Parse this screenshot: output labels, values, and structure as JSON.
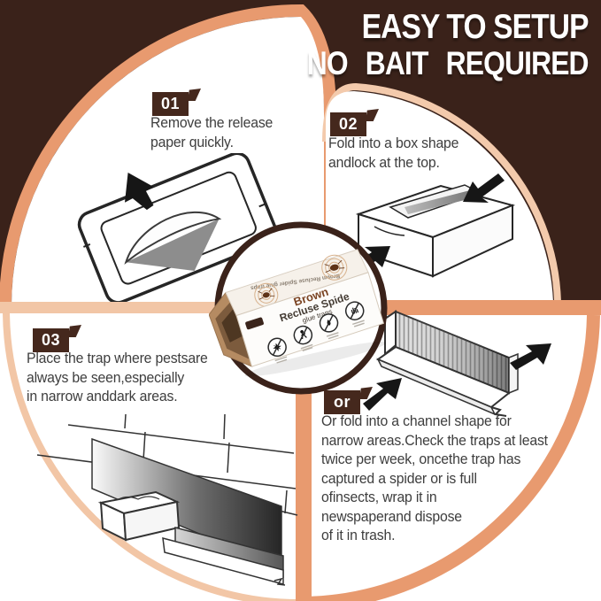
{
  "header": {
    "title_line1": "EASY TO SETUP",
    "title_line2": "NO BAIT REQUIRED"
  },
  "steps": [
    {
      "badge": "01",
      "lines": [
        "Remove the release",
        "paper quickly."
      ]
    },
    {
      "badge": "02",
      "lines": [
        "Fold into a box shape",
        "andlock at the top."
      ]
    },
    {
      "badge": "03",
      "lines": [
        "Place the trap where pestsare",
        "always be seen,especially",
        "in narrow anddark areas."
      ]
    },
    {
      "badge": "or",
      "lines": [
        "Or fold into a channel shape for",
        "narrow areas.Check the traps at least",
        "twice per week, oncethe trap has",
        "captured a spider or is full",
        "ofinsects, wrap it in",
        "newspaperand dispose",
        "of it in trash."
      ]
    }
  ],
  "product_box": {
    "label_line1": "Brown",
    "label_line2": "Recluse Spide",
    "label_line3": "glue traps",
    "top_text": "Brown Recluse Spider glue traps"
  },
  "colors": {
    "background_dark_brown": "#3A221A",
    "arc_strong_peach": "#E89A6F",
    "arc_light_peach": "#F2C6A6",
    "badge_brown": "#45281D",
    "body_text": "#3E3E3E",
    "headline_text": "#FFFFFF"
  }
}
